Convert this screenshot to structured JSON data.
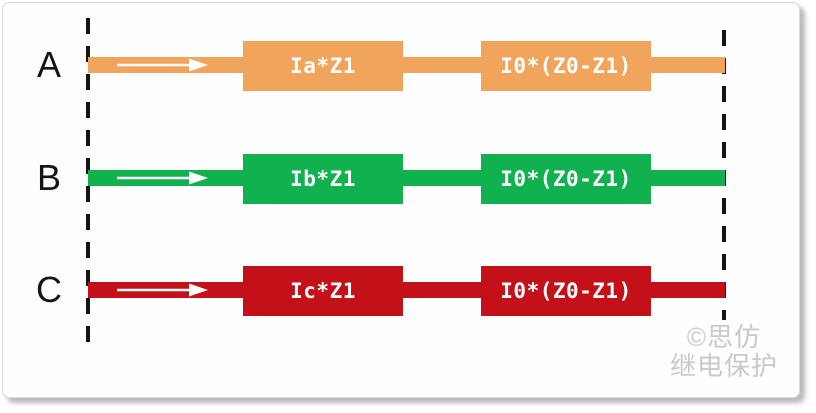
{
  "diagram": {
    "title_hint": "three-phase voltage drop diagram",
    "phases": [
      {
        "label": "A",
        "color": "#F1A45B",
        "segment1_label": "Ia*Z1",
        "segment2_label": "I0*(Z0-Z1)"
      },
      {
        "label": "B",
        "color": "#12B150",
        "segment1_label": "Ib*Z1",
        "segment2_label": "I0*(Z0-Z1)"
      },
      {
        "label": "C",
        "color": "#C31019",
        "segment1_label": "Ic*Z1",
        "segment2_label": "I0*(Z0-Z1)"
      }
    ],
    "boundary_line_color": "#151515",
    "arrow_color": "#ffffff",
    "box_text_color": "#ffffff"
  },
  "watermark": {
    "line1": "©思仿",
    "line2": "继电保护",
    "color": "#c9c9c9"
  }
}
